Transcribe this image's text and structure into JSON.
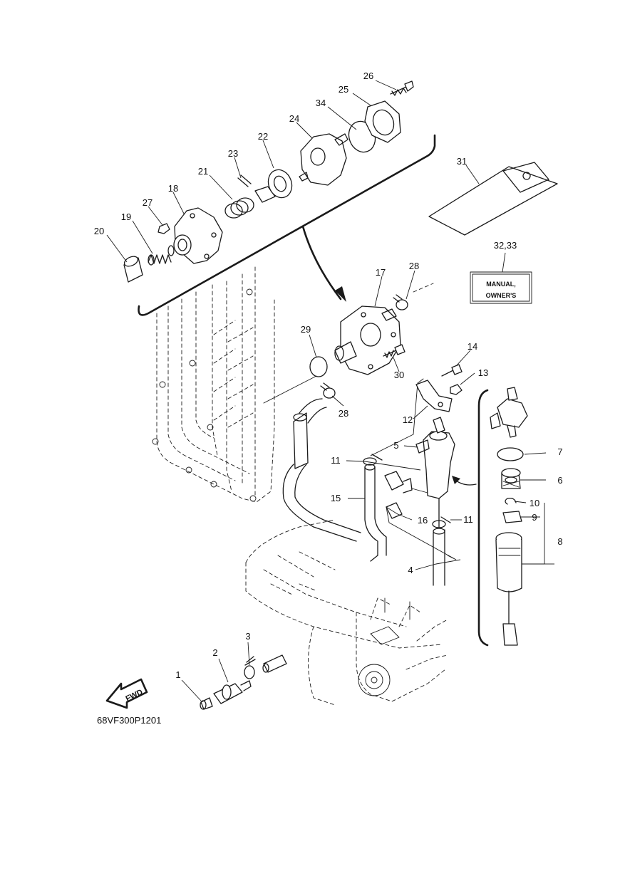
{
  "diagram": {
    "code": "68VF300P1201",
    "fwd_label": "FWD",
    "manual_label_line1": "MANUAL,",
    "manual_label_line2": "OWNER'S"
  },
  "callouts": {
    "c1": "1",
    "c2": "2",
    "c3": "3",
    "c4": "4",
    "c5": "5",
    "c6": "6",
    "c7": "7",
    "c8": "8",
    "c9": "9",
    "c10": "10",
    "c11a": "11",
    "c11b": "11",
    "c12": "12",
    "c13": "13",
    "c14": "14",
    "c15": "15",
    "c16": "16",
    "c17": "17",
    "c18": "18",
    "c19": "19",
    "c20": "20",
    "c21": "21",
    "c22": "22",
    "c23": "23",
    "c24": "24",
    "c25": "25",
    "c26": "26",
    "c27": "27",
    "c28a": "28",
    "c28b": "28",
    "c29": "29",
    "c30": "30",
    "c31": "31",
    "c3233": "32,33",
    "c34": "34"
  }
}
